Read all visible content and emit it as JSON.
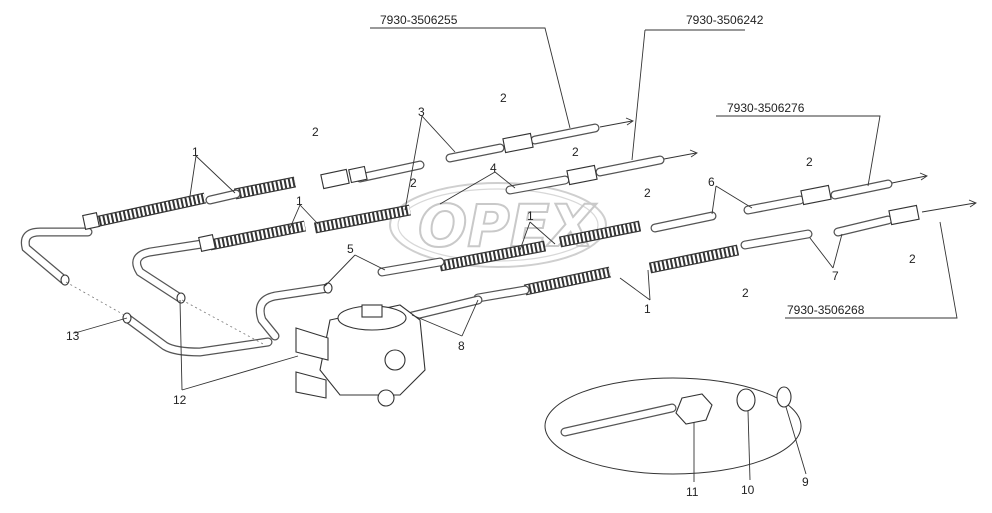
{
  "watermark": "OPEX",
  "part_numbers": {
    "pn_a": "7930-3506255",
    "pn_b": "7930-3506242",
    "pn_c": "7930-3506276",
    "pn_d": "7930-3506268"
  },
  "callouts": {
    "c1": "1",
    "c2": "2",
    "c3": "3",
    "c4": "4",
    "c5": "5",
    "c6": "6",
    "c7": "7",
    "c8": "8",
    "c9": "9",
    "c10": "10",
    "c11": "11",
    "c12": "12",
    "c13": "13"
  }
}
